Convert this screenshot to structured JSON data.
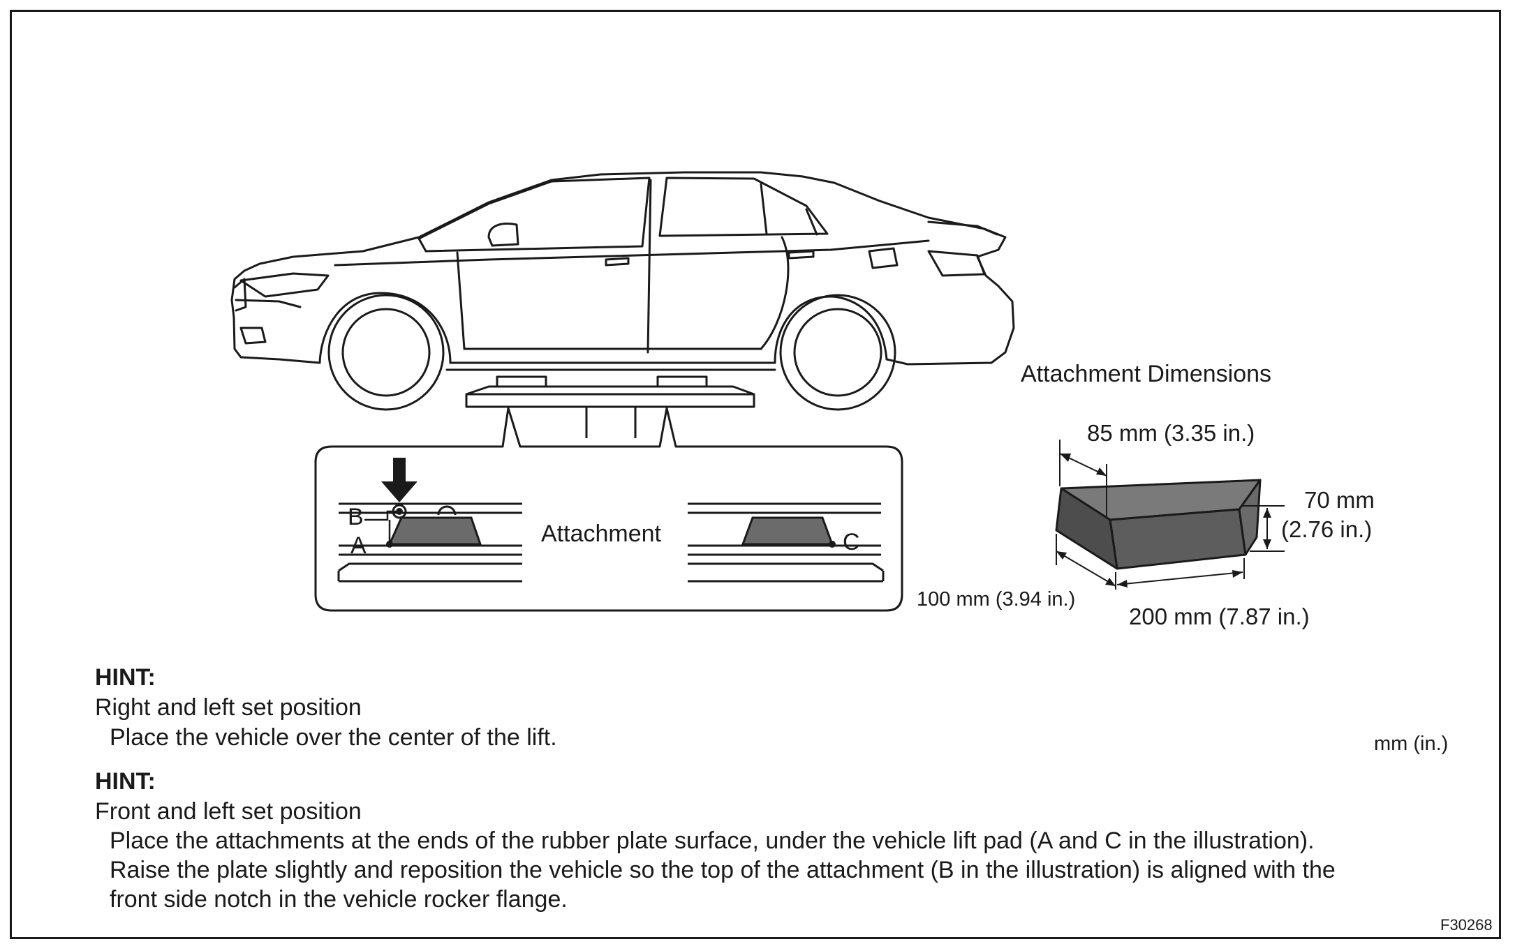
{
  "figure": {
    "attachment_label": "Attachment",
    "point_a": "A",
    "point_b": "B",
    "point_c": "C",
    "dimensions_title": "Attachment Dimensions",
    "dim_width_top": "85 mm (3.35 in.)",
    "dim_height_line1": "70 mm",
    "dim_height_line2": "(2.76 in.)",
    "dim_depth": "100 mm (3.94 in.)",
    "dim_length": "200 mm (7.87 in.)",
    "pad_fill_color": "#6b6b6b"
  },
  "hints": [
    {
      "heading": "HINT:",
      "subheading": "Right and left set position",
      "lines": [
        "Place the vehicle over the center of the lift."
      ]
    },
    {
      "heading": "HINT:",
      "subheading": "Front and left set position",
      "lines": [
        "Place the attachments at the ends of the rubber plate surface, under the vehicle lift pad (A and C in the illustration).",
        "Raise the plate slightly and reposition the vehicle so the top of the attachment (B in the illustration) is aligned with the",
        "front side notch in the vehicle rocker flange."
      ]
    }
  ],
  "units_note": "mm (in.)",
  "figure_code": "F30268"
}
